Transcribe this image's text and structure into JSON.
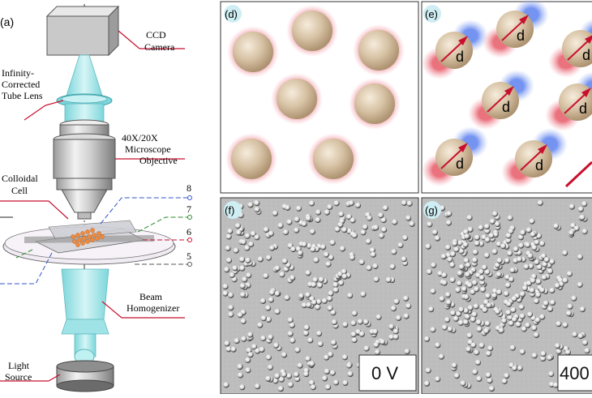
{
  "setup": {
    "panel_letter": "(a)",
    "labels": {
      "camera": [
        "CCD",
        "Camera"
      ],
      "tube_lens": [
        "Infinity-",
        "Corrected",
        "Tube Lens"
      ],
      "objective_power": "40X/20X",
      "objective": [
        "Microscope",
        "Objective"
      ],
      "cell": [
        "Colloidal",
        "Cell"
      ],
      "homogenizer": [
        "Beam",
        "Homogenizer"
      ],
      "source": [
        "Light",
        "Source"
      ]
    },
    "markers": [
      "8",
      "7",
      "6",
      "5"
    ]
  },
  "panels": {
    "d": {
      "letter": "(d)"
    },
    "e": {
      "letter": "(e)",
      "dipole_label": "d"
    },
    "f": {
      "letter": "(f)",
      "voltage": "0 V"
    },
    "g": {
      "letter": "(g)",
      "voltage": "400"
    }
  },
  "colors": {
    "particle": "#cdb695",
    "positive_halo": "#e8636f",
    "negative_halo": "#6e8ef0",
    "arrow": "#c8102e",
    "panel_letter_bg": "#cfeef3",
    "optics_cyan": "#9fe3e6",
    "cell_orange": "#f08a3c"
  },
  "icons": [
    "ccd-camera-icon",
    "lens-icon",
    "objective-icon",
    "cell-icon",
    "homogenizer-icon",
    "light-source-icon"
  ]
}
